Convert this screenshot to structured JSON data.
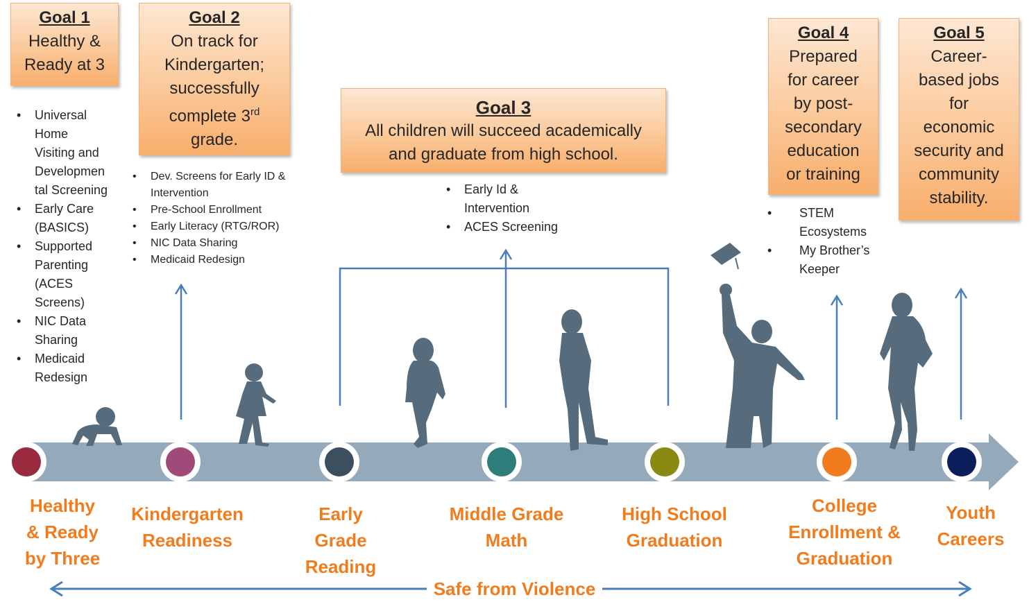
{
  "goals": [
    {
      "title": "Goal 1",
      "lines": [
        "Healthy &",
        "Ready at 3"
      ]
    },
    {
      "title": "Goal 2",
      "lines": [
        "On track for",
        "Kindergarten;",
        "successfully",
        "complete 3",
        "grade."
      ],
      "superscript": "rd"
    },
    {
      "title": "Goal  3",
      "lines": [
        "All children will succeed academically",
        "and graduate from high school."
      ]
    },
    {
      "title": "Goal 4",
      "lines": [
        "Prepared",
        "for career",
        "by post-",
        "secondary",
        "education",
        "or training"
      ]
    },
    {
      "title": "Goal 5",
      "lines": [
        "Career-",
        "based jobs",
        "for",
        "economic",
        "security and",
        "community",
        "stability."
      ]
    }
  ],
  "bullets": {
    "goal1": [
      "Universal",
      "Home",
      "Visiting and",
      "Developmen",
      "tal Screening",
      "Early Care",
      "(BASICS)",
      "Supported",
      "Parenting",
      "(ACES",
      "Screens)",
      "NIC Data",
      "Sharing",
      "Medicaid",
      "Redesign"
    ],
    "goal2": [
      "Dev. Screens for Early ID &",
      "Intervention",
      "Pre-School Enrollment",
      "Early Literacy (RTG/ROR)",
      "NIC Data Sharing",
      "Medicaid Redesign"
    ],
    "goal3": [
      "Early Id &",
      "Intervention",
      "ACES Screening"
    ],
    "goal4": [
      "STEM",
      "Ecosystems",
      "My Brother’s",
      "Keeper"
    ]
  },
  "stages": [
    {
      "lines": [
        "Healthy",
        "& Ready",
        "by Three"
      ],
      "dot_color": "#9a2a3e"
    },
    {
      "lines": [
        "Kindergarten",
        "Readiness"
      ],
      "dot_color": "#a04a7a"
    },
    {
      "lines": [
        "Early",
        "Grade",
        "Reading"
      ],
      "dot_color": "#3d4f5e"
    },
    {
      "lines": [
        "Middle Grade",
        "Math"
      ],
      "dot_color": "#2e7d7a"
    },
    {
      "lines": [
        "High School",
        "Graduation"
      ],
      "dot_color": "#8a8a12"
    },
    {
      "lines": [
        "College",
        "Enrollment &",
        "Graduation"
      ],
      "dot_color": "#f07c1e"
    },
    {
      "lines": [
        "Youth",
        "Careers"
      ],
      "dot_color": "#0c1f5c"
    }
  ],
  "footer": "Safe from Violence",
  "colors": {
    "timeline": "#94a9ba",
    "arrow": "#4a7ebb",
    "silhouette": "#566c7d",
    "label": "#f07c1e"
  }
}
